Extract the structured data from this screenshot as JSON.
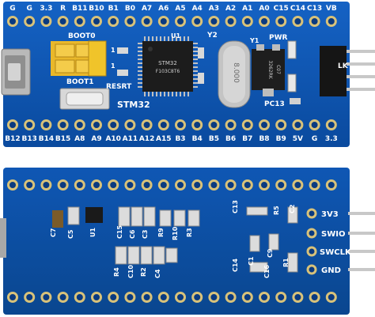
{
  "top_pins": [
    "G",
    "G",
    "3.3",
    "R",
    "B11",
    "B10",
    "B1",
    "B0",
    "A7",
    "A6",
    "A5",
    "A4",
    "A3",
    "A2",
    "A1",
    "A0",
    "C15",
    "C14",
    "C13",
    "VB"
  ],
  "bottom_pins": [
    "B12",
    "B13",
    "B14",
    "B15",
    "A8",
    "A9",
    "A10",
    "A11",
    "A12",
    "A15",
    "B3",
    "B4",
    "B5",
    "B6",
    "B7",
    "B8",
    "B9",
    "5V",
    "G",
    "3.3"
  ],
  "front_silk": {
    "boot0": "BOOT0",
    "boot1": "BOOT1",
    "one_top": "1",
    "one_bottom": "1",
    "reset": "RESRT",
    "brand": "STM32",
    "y2": "Y2",
    "y1": "Y1",
    "u1": "U1",
    "pwr": "PWR",
    "pc13": "PC13",
    "clk": "LK",
    "crystal": "8.000",
    "chip_text": [
      "STM32",
      "F103C8T6"
    ],
    "regulator_text": [
      "3262RK",
      "C07"
    ]
  },
  "back_silk": {
    "pins": [
      "3V3",
      "SWIO",
      "SWCLK",
      "GND"
    ],
    "components": [
      "C7",
      "C5",
      "U1",
      "C15",
      "C6",
      "C3",
      "R9",
      "R10",
      "R3",
      "R4",
      "C10",
      "R2",
      "C4",
      "C13",
      "R5",
      "C1",
      "C9",
      "C2",
      "C14",
      "R1",
      "C16"
    ]
  },
  "colors": {
    "pcb": "#0b4fa8",
    "pcb_dark": "#08408c",
    "gold": "#d8c27a",
    "jumper": "#f0c42a",
    "chip": "#1c1c1c"
  }
}
